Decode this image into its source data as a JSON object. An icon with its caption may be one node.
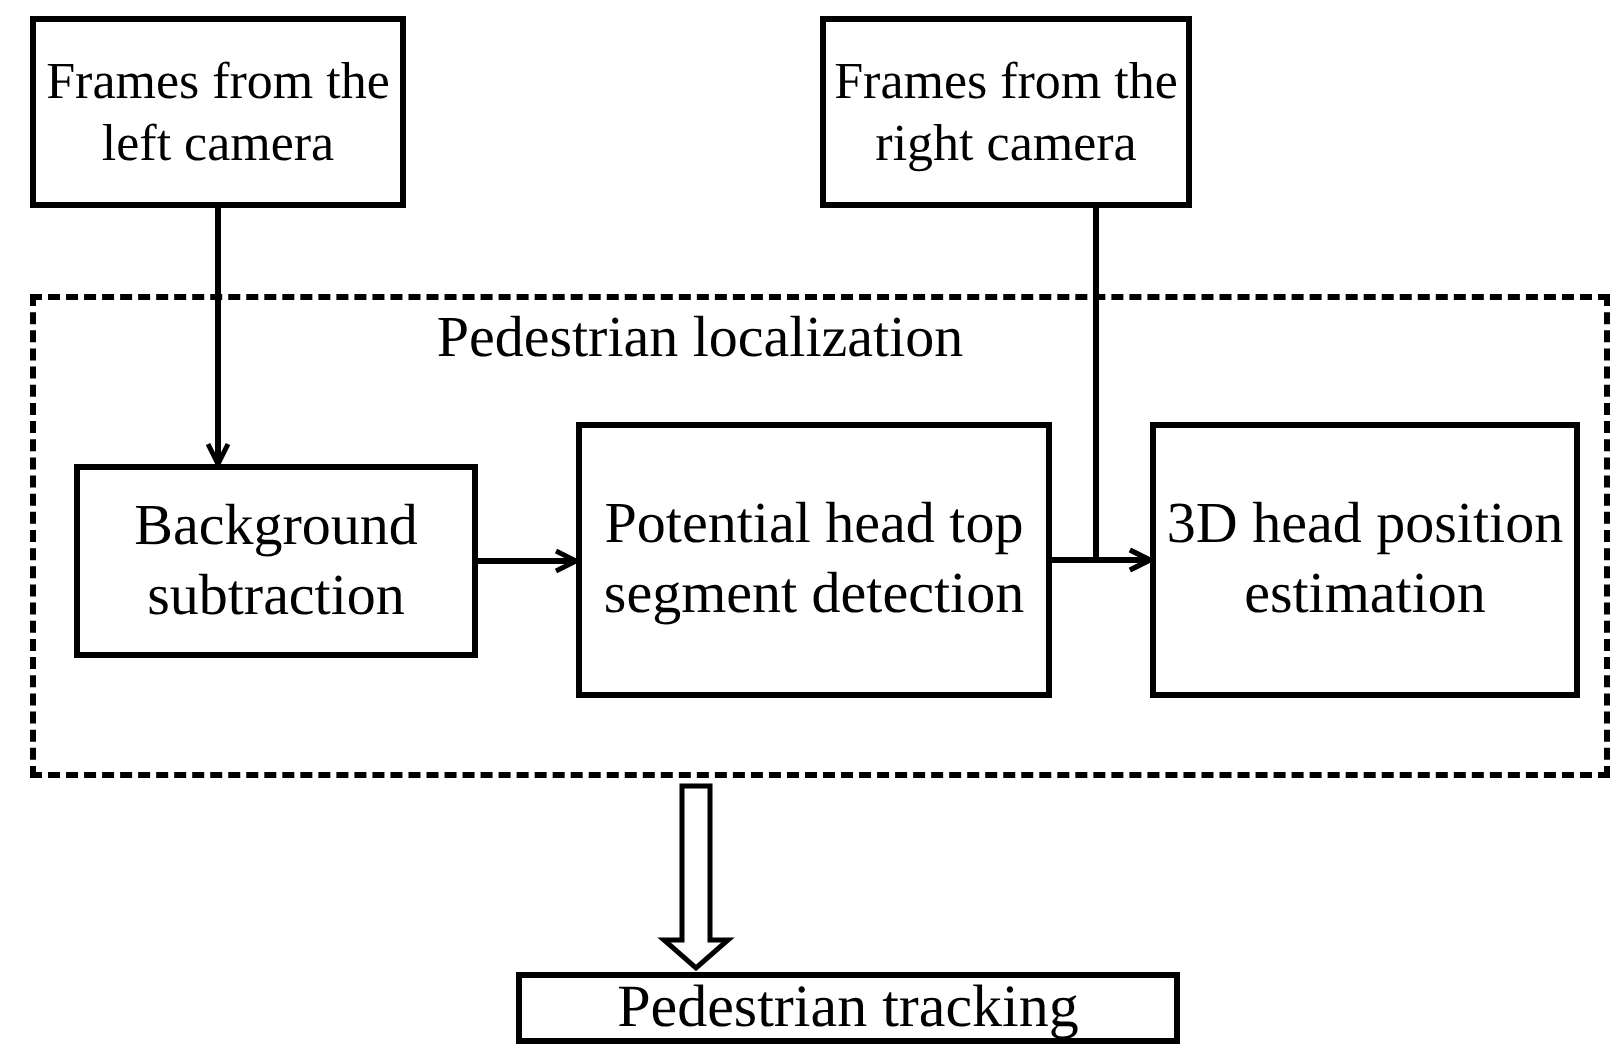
{
  "diagram": {
    "nodes": [
      {
        "text": [
          "Frames from the left camera"
        ]
      },
      {
        "text": [
          "Frames from the right camera"
        ]
      },
      {
        "text": [
          "Pedestrian localization"
        ]
      },
      {
        "text": [
          "Background subtraction"
        ],
        "in": 2
      },
      {
        "text": [
          "Potential head top segment detection"
        ],
        "in": 2
      },
      {
        "text": [
          "3D head position estimation"
        ],
        "in": 2
      },
      {
        "text": [
          "Pedestrian tracking"
        ]
      }
    ],
    "edges": [
      {
        "from": 0,
        "to": 3,
        "arrow": "to"
      },
      {
        "from": 3,
        "to": 4,
        "arrow": "to"
      },
      {
        "from": 4,
        "to": 5,
        "arrow": "to"
      },
      {
        "from": 1,
        "to": 5,
        "arrow": "to"
      },
      {
        "from": 2,
        "to": 6,
        "arrow": "to",
        "style": "thick"
      }
    ]
  }
}
